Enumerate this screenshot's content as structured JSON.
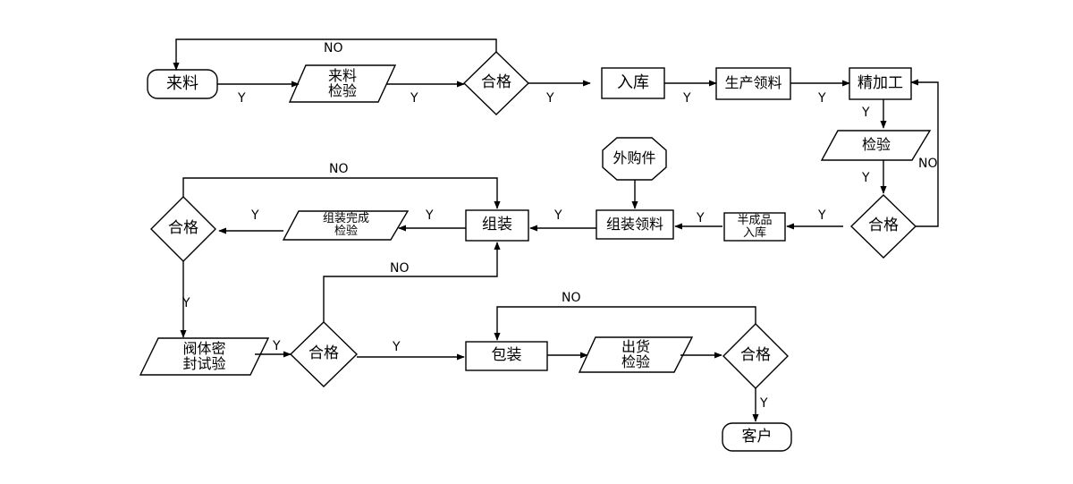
{
  "nodes": {
    "incoming_material": "来料",
    "incoming_inspection": [
      "来料",
      "检验"
    ],
    "qualified_1": "合格",
    "warehouse_in": "入库",
    "production_requisition": "生产领料",
    "finishing": "精加工",
    "inspection": "检验",
    "qualified_2": "合格",
    "semi_finished_warehouse": [
      "半成品",
      "入库"
    ],
    "assembly_requisition": "组装领料",
    "purchased_parts": "外购件",
    "assembly": "组装",
    "assembly_inspection": [
      "组装完成",
      "检验"
    ],
    "qualified_3": "合格",
    "valve_seal_test": [
      "阀体密",
      "封试验"
    ],
    "qualified_4": "合格",
    "packing": "包装",
    "shipping_inspection": [
      "出货",
      "检验"
    ],
    "qualified_5": "合格",
    "customer": "客户"
  },
  "edge_labels": {
    "yes": "Y",
    "no": "NO"
  }
}
